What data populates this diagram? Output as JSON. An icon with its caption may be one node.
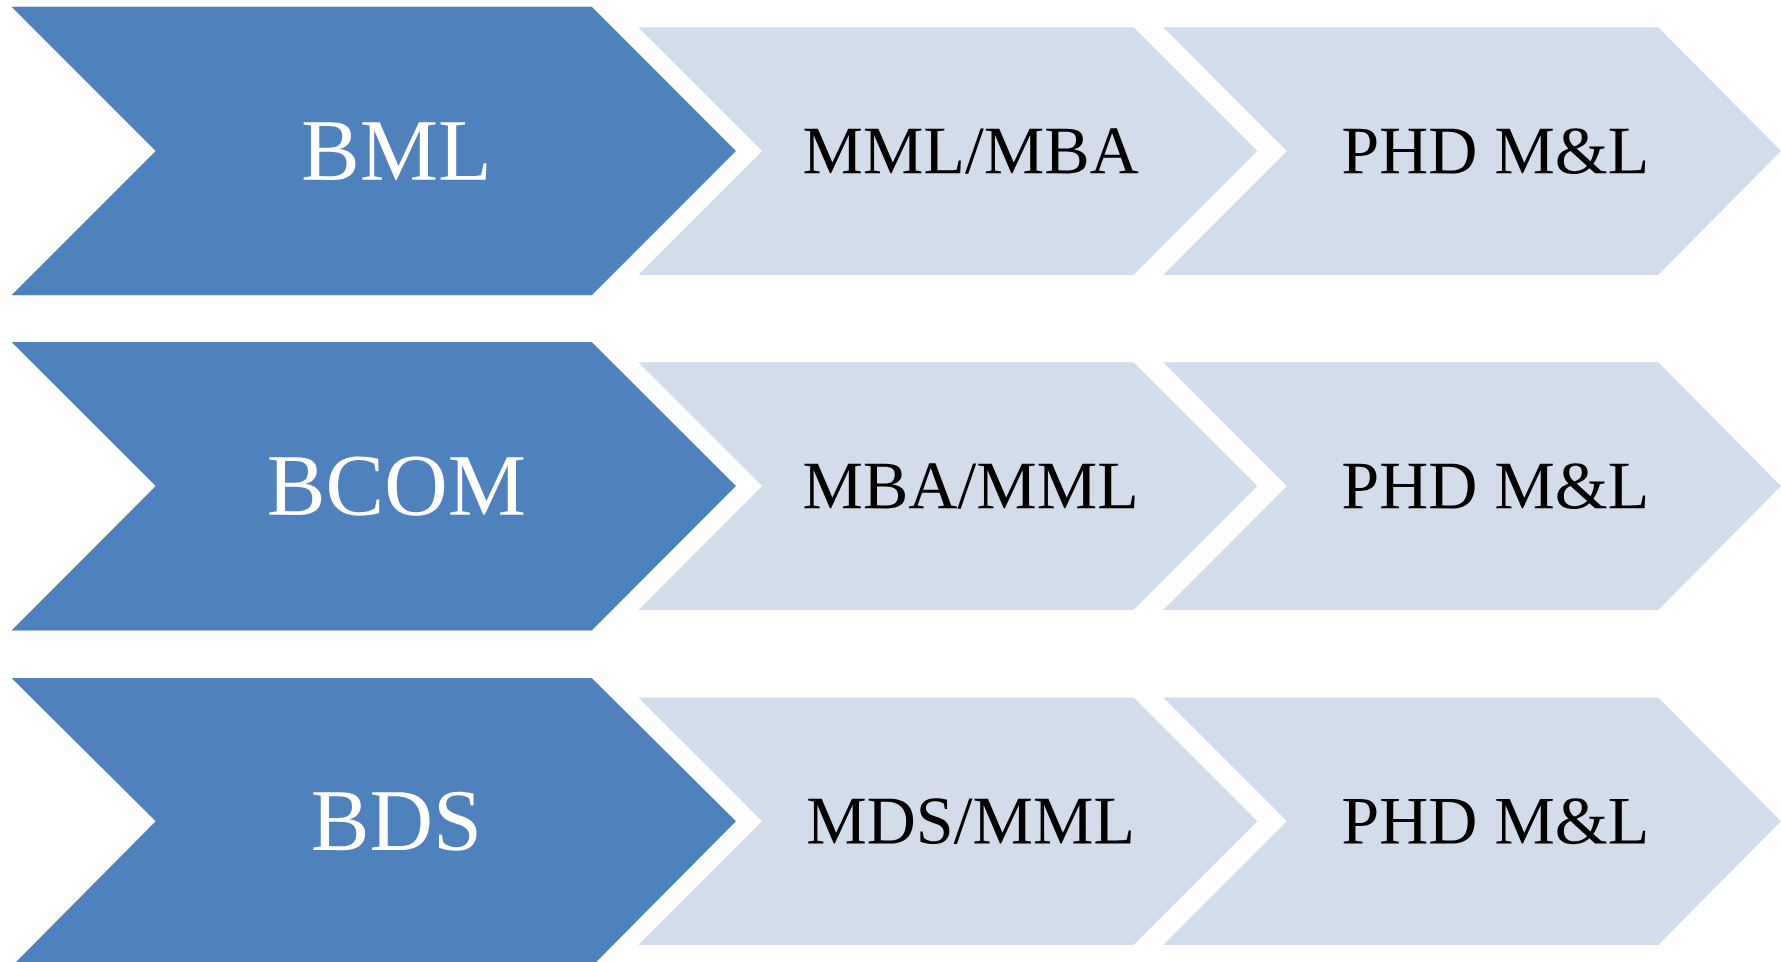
{
  "diagram": {
    "nodes": [
      {
        "text": [
          "BML"
        ]
      },
      {
        "text": [
          "MML/MBA"
        ]
      },
      {
        "text": [
          "PHD M&L"
        ]
      },
      {
        "text": [
          "BCOM"
        ]
      },
      {
        "text": [
          "MBA/MML"
        ]
      },
      {
        "text": [
          "PHD M&L"
        ]
      },
      {
        "text": [
          "BDS"
        ]
      },
      {
        "text": [
          "MDS/MML"
        ]
      },
      {
        "text": [
          "PHD M&L"
        ]
      }
    ]
  }
}
